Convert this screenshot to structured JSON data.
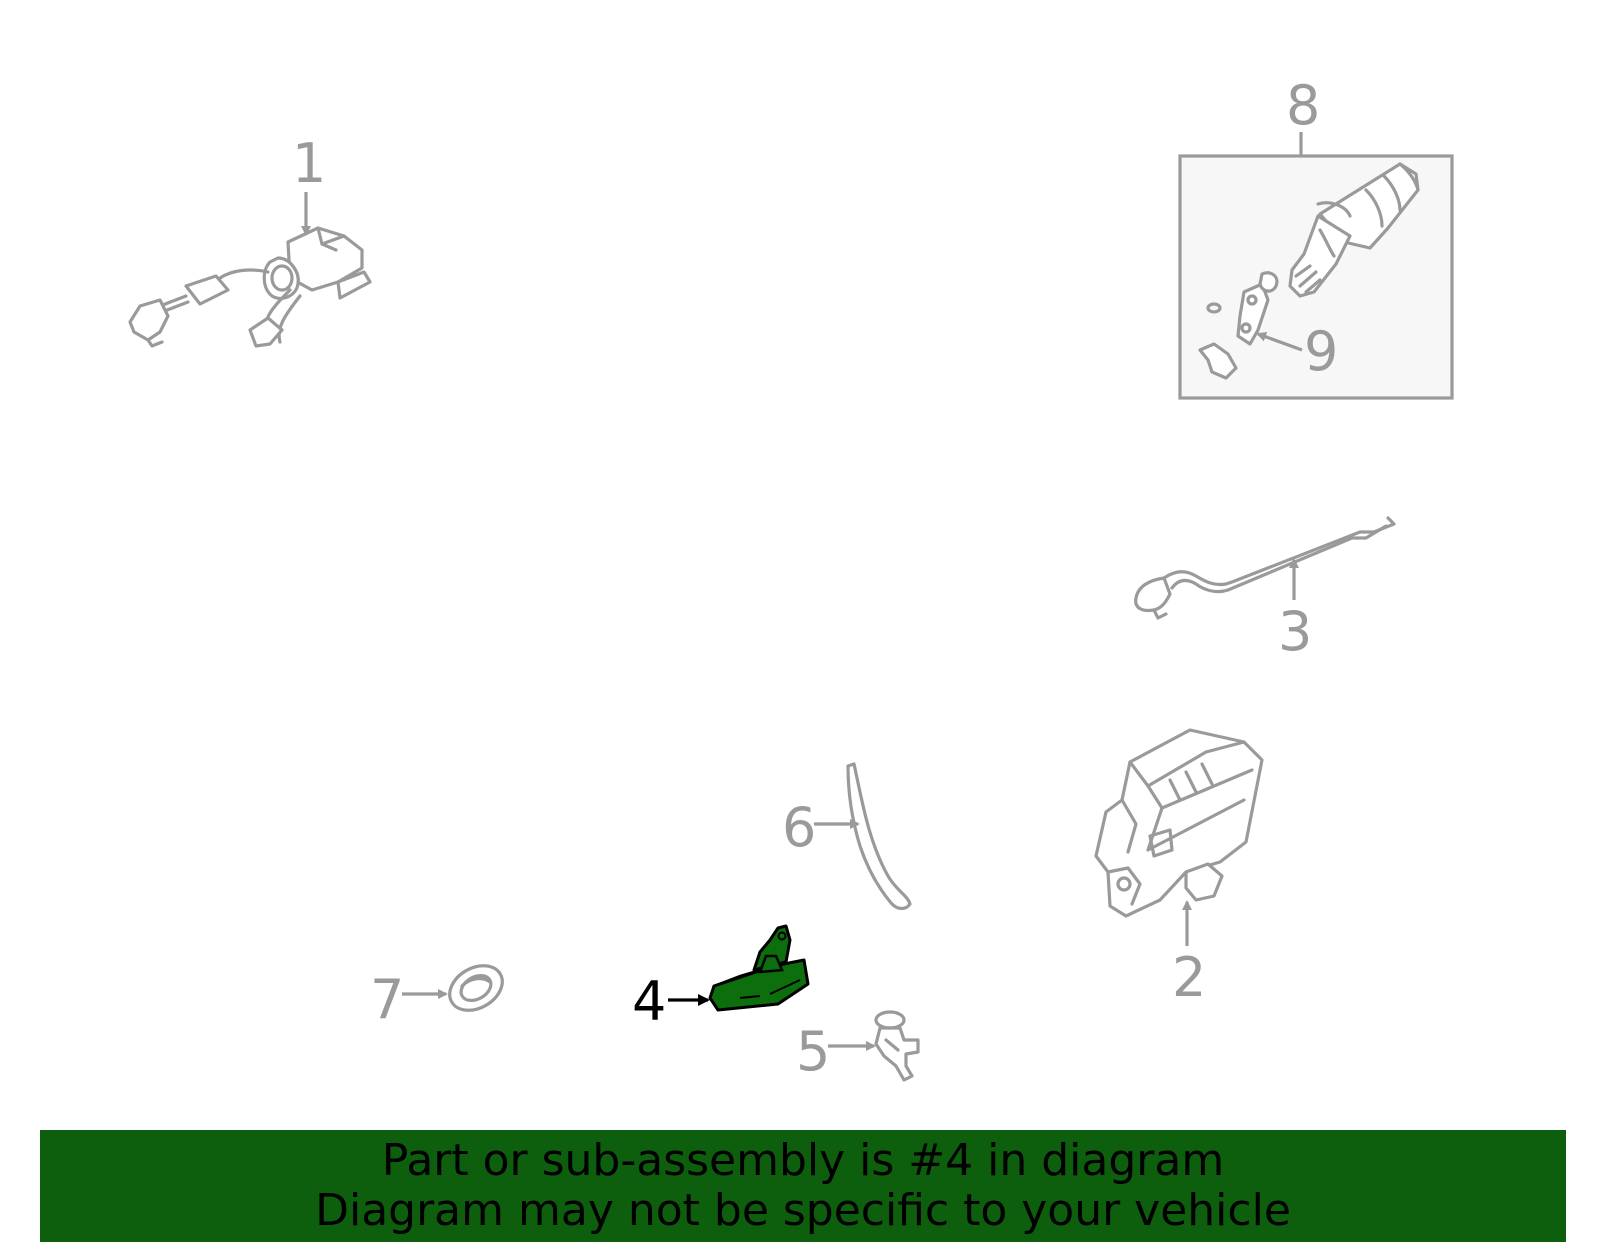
{
  "callouts": {
    "c1": "1",
    "c2": "2",
    "c3": "3",
    "c4": "4",
    "c5": "5",
    "c6": "6",
    "c7": "7",
    "c8": "8",
    "c9": "9"
  },
  "highlighted_part": "4",
  "colors": {
    "highlight": "#0d6e0d",
    "banner": "#0d5e0d",
    "line": "#9a9a9a"
  },
  "banner": {
    "line1": "Part or sub-assembly is #4 in diagram",
    "line2": "Diagram may not be specific to your vehicle"
  }
}
